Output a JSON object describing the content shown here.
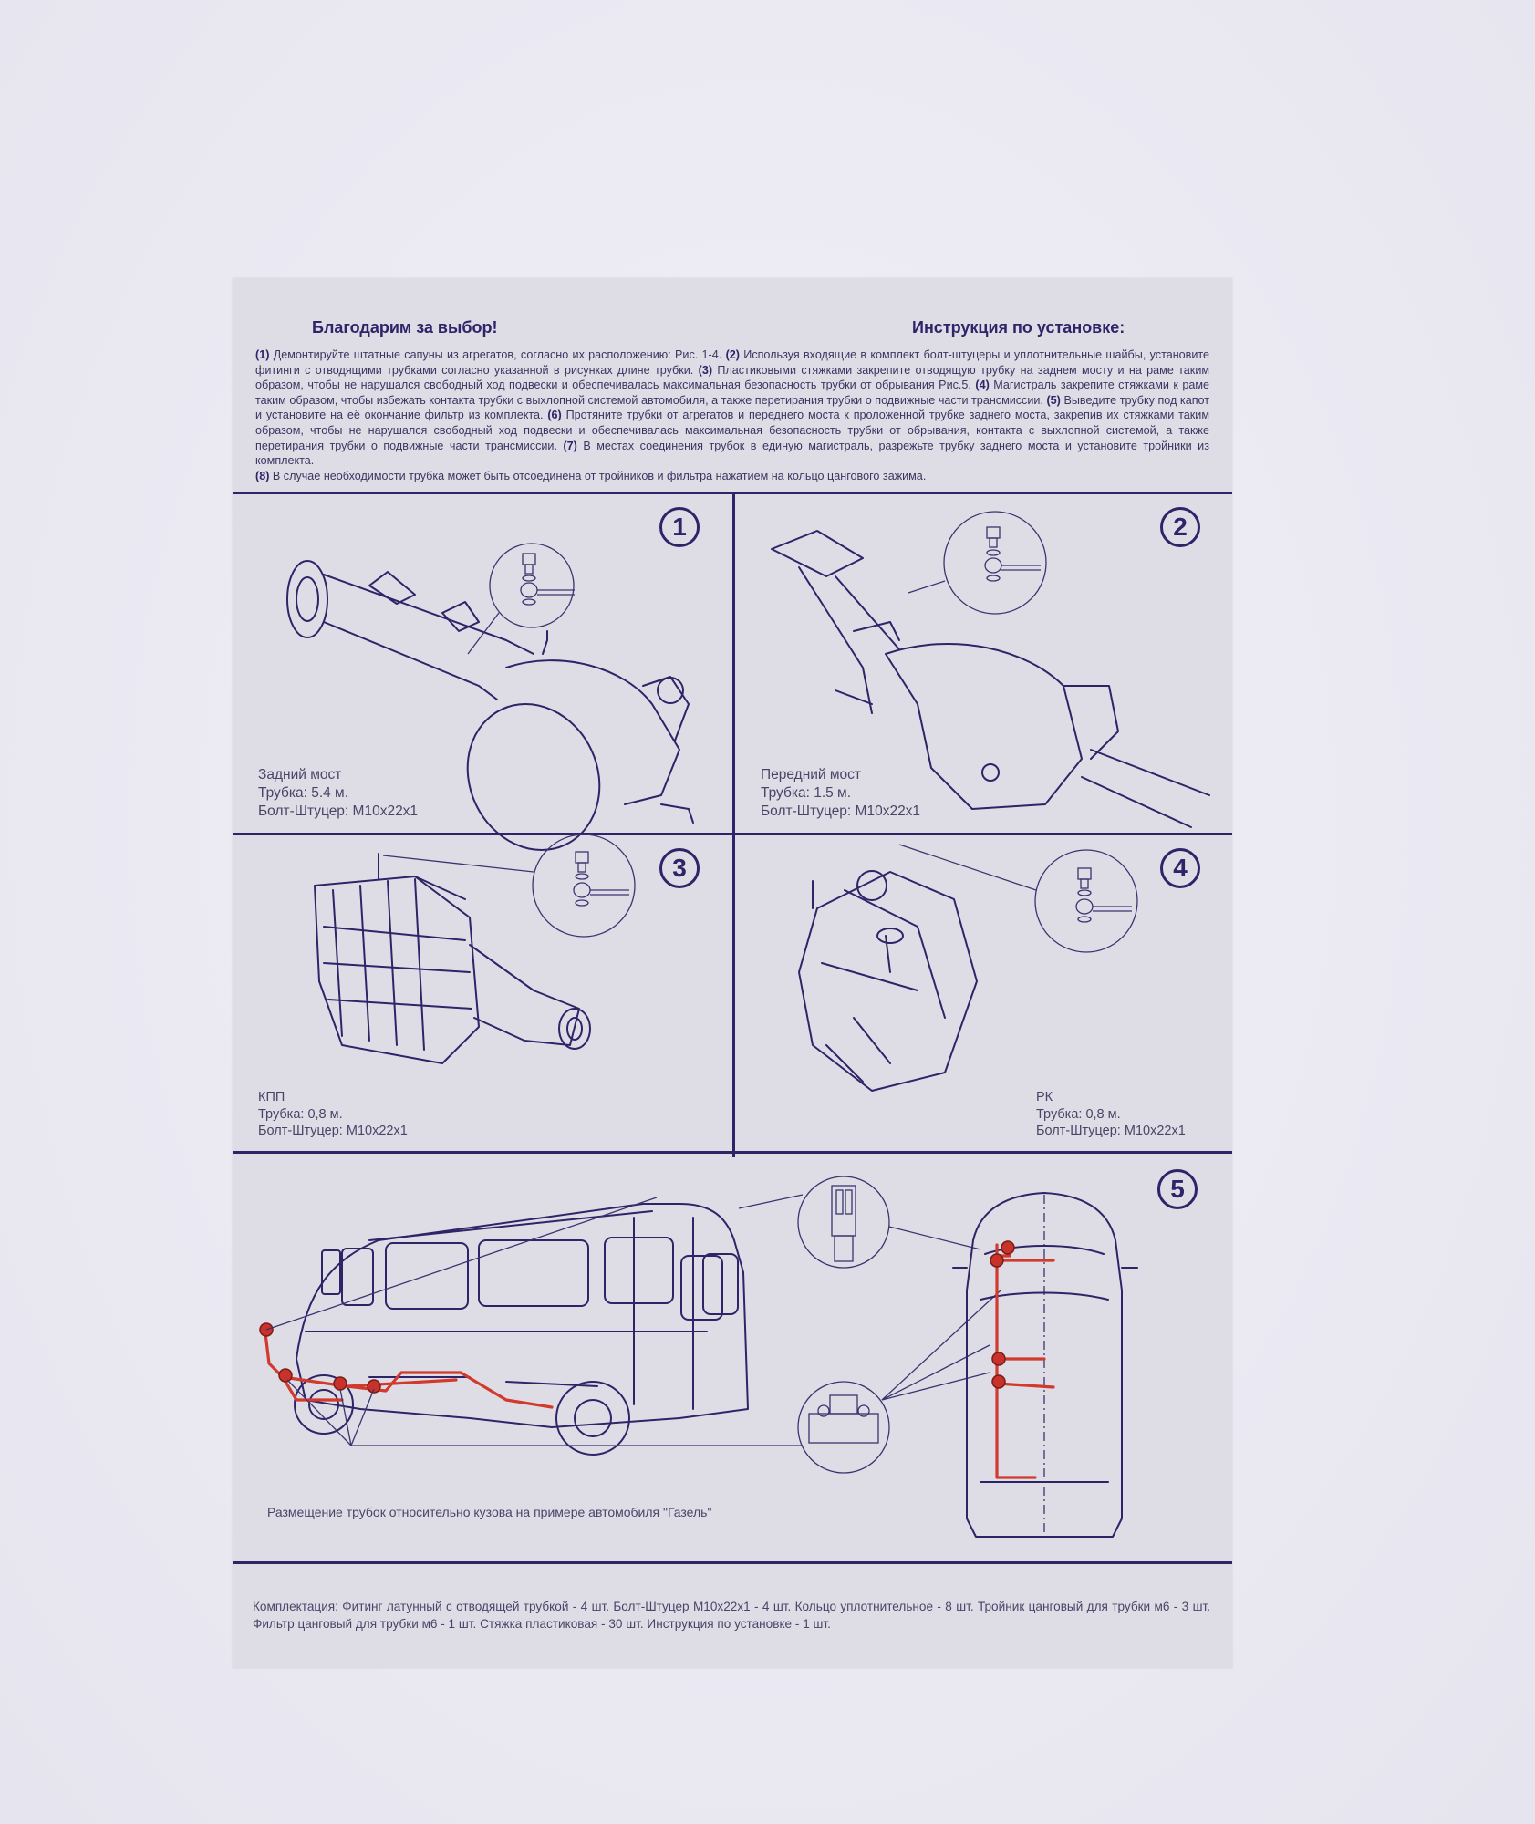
{
  "header": {
    "thanks": "Благодарим за выбор!",
    "title": "Инструкция по установке:"
  },
  "steps": [
    {
      "num": "(1)",
      "text": "Демонтируйте штатные сапуны из агрегатов, согласно их расположению: Рис. 1-4."
    },
    {
      "num": "(2)",
      "text": "Используя входящие в комплект болт-штуцеры и уплотнительные шайбы, установите фитинги с отводящими трубками согласно указанной в рисунках длине трубки."
    },
    {
      "num": "(3)",
      "text": "Пластиковыми стяжками закрепите отводящую трубку на заднем мосту и на раме таким образом, чтобы не нарушался свободный ход подвески и обеспечивалась максимальная безопасность трубки от обрывания Рис.5."
    },
    {
      "num": "(4)",
      "text": "Магистраль закрепите стяжками к раме таким образом, чтобы избежать контакта трубки с выхлопной системой автомобиля, а также перетирания трубки о подвижные части трансмиссии."
    },
    {
      "num": "(5)",
      "text": "Выведите трубку под капот и установите на её окончание фильтр из комплекта."
    },
    {
      "num": "(6)",
      "text": "Протяните трубки от агрегатов и переднего моста к проложенной трубке заднего моста, закрепив их стяжками таким образом, чтобы не нарушался свободный ход подвески и обеспечивалась максимальная безопасность трубки от обрывания, контакта с выхлопной системой, а также перетирания трубки о подвижные части трансмиссии."
    },
    {
      "num": "(7)",
      "text": "В местах соединения трубок в единую магистраль, разрежьте трубку заднего моста и установите тройники из комплекта."
    },
    {
      "num": "(8)",
      "text": "В случае необходимости трубка может быть отсоединена от тройников и фильтра нажатием на кольцо цангового зажима."
    }
  ],
  "panels": [
    {
      "number": "1",
      "name": "Задний мост",
      "tube": "Трубка: 5.4 м.",
      "bolt": "Болт-Штуцер: M10x22x1"
    },
    {
      "number": "2",
      "name": "Передний мост",
      "tube": "Трубка: 1.5 м.",
      "bolt": "Болт-Штуцер: M10x22x1"
    },
    {
      "number": "3",
      "name": "КПП",
      "tube": "Трубка: 0,8 м.",
      "bolt": "Болт-Штуцер: M10x22x1"
    },
    {
      "number": "4",
      "name": "РК",
      "tube": "Трубка: 0,8 м.",
      "bolt": "Болт-Штуцер: M10x22x1"
    },
    {
      "number": "5",
      "caption": "Размещение трубок относительно кузова на примере автомобиля \"Газель\""
    }
  ],
  "kit": {
    "text": "Комплектация: Фитинг латунный с отводящей трубкой - 4 шт. Болт-Штуцер M10x22x1 - 4 шт. Кольцо уплотнительное - 8 шт. Тройник цанговый для трубки м6 - 3 шт. Фильтр цанговый для трубки м6 - 1 шт. Стяжка пластиковая - 30 шт. Инструкция по установке - 1 шт."
  },
  "colors": {
    "ink": "#2e2468",
    "pipe": "#d23a2e",
    "paper": "#dedde6",
    "background": "#ebe9f2"
  }
}
